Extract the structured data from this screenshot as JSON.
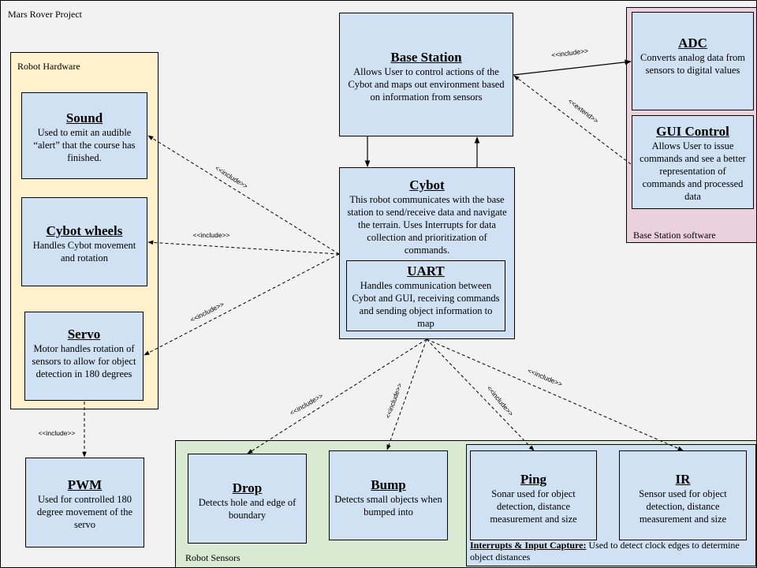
{
  "project_title": "Mars Rover Project",
  "groups": {
    "robot_hardware": "Robot Hardware",
    "base_station_software": "Base Station software",
    "robot_sensors": "Robot Sensors"
  },
  "nodes": {
    "base_station": {
      "title": "Base Station",
      "desc": "Allows User to control actions of the Cybot and maps out environment based on information from sensors"
    },
    "adc": {
      "title": "ADC",
      "desc": "Converts analog data from sensors to digital values"
    },
    "gui_control": {
      "title": "GUI Control",
      "desc": "Allows User to issue commands and see a better representation of commands and processed data"
    },
    "sound": {
      "title": "Sound",
      "desc": "Used to emit an audible “alert” that the course has finished."
    },
    "cybot_wheels": {
      "title": "Cybot wheels",
      "desc": "Handles Cybot movement and rotation"
    },
    "servo": {
      "title": "Servo",
      "desc": "Motor handles rotation of sensors to allow for object detection in 180 degrees"
    },
    "cybot": {
      "title": "Cybot",
      "desc": "This robot communicates with the base station to send/receive data and navigate the terrain. Uses Interrupts for data collection and prioritization of commands."
    },
    "uart": {
      "title": "UART",
      "desc": "Handles communication between Cybot and GUI, receiving commands and sending object information to map"
    },
    "pwm": {
      "title": "PWM",
      "desc": "Used for controlled 180 degree movement of the servo"
    },
    "drop": {
      "title": "Drop",
      "desc": "Detects hole and edge of boundary"
    },
    "bump": {
      "title": "Bump",
      "desc": "Detects small objects when bumped into"
    },
    "ping": {
      "title": "Ping",
      "desc": "Sonar used for object detection, distance measurement and size"
    },
    "ir": {
      "title": "IR",
      "desc": "Sensor used for object detection, distance measurement and size"
    }
  },
  "interrupts_note": {
    "title": "Interrupts & Input Capture:",
    "text": " Used to detect clock edges to determine object distances"
  },
  "edge_labels": {
    "include": "<<include>>",
    "extend": "<<extend>>"
  }
}
